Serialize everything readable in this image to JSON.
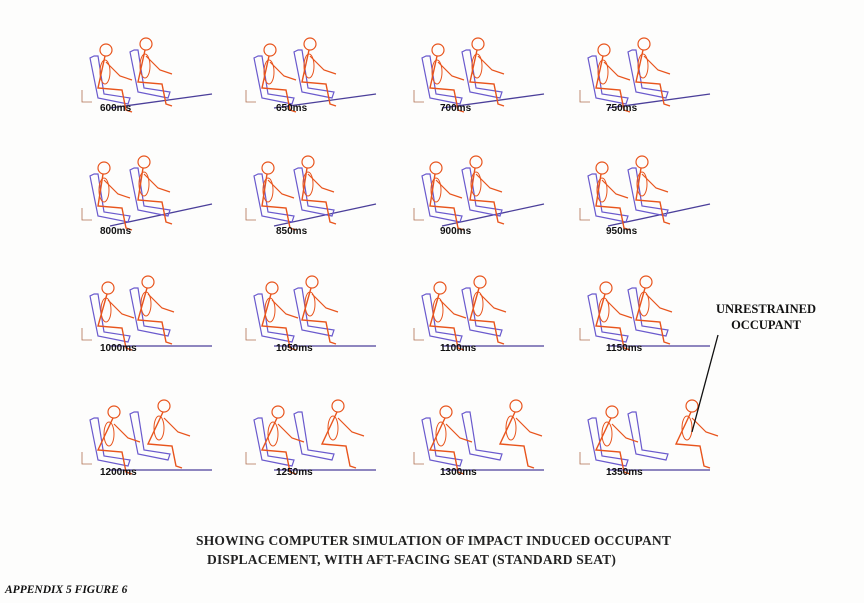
{
  "frames": [
    {
      "label": "600ms"
    },
    {
      "label": "650ms"
    },
    {
      "label": "700ms"
    },
    {
      "label": "750ms"
    },
    {
      "label": "800ms"
    },
    {
      "label": "850ms"
    },
    {
      "label": "900ms"
    },
    {
      "label": "950ms"
    },
    {
      "label": "1000ms"
    },
    {
      "label": "1050ms"
    },
    {
      "label": "1100ms"
    },
    {
      "label": "1150ms"
    },
    {
      "label": "1200ms"
    },
    {
      "label": "1250ms"
    },
    {
      "label": "1300ms"
    },
    {
      "label": "1350ms"
    }
  ],
  "annotation": {
    "line1": "UNRESTRAINED",
    "line2": "OCCUPANT"
  },
  "caption": {
    "line1": "SHOWING COMPUTER SIMULATION OF IMPACT INDUCED OCCUPANT",
    "line2": "DISPLACEMENT, WITH AFT-FACING SEAT (STANDARD SEAT)"
  },
  "appendix_label": "APPENDIX 5 FIGURE 6",
  "colors": {
    "figure": "#e8541c",
    "seat": "#6a5acd",
    "floor": "#4b3f9a",
    "text": "#111111"
  }
}
